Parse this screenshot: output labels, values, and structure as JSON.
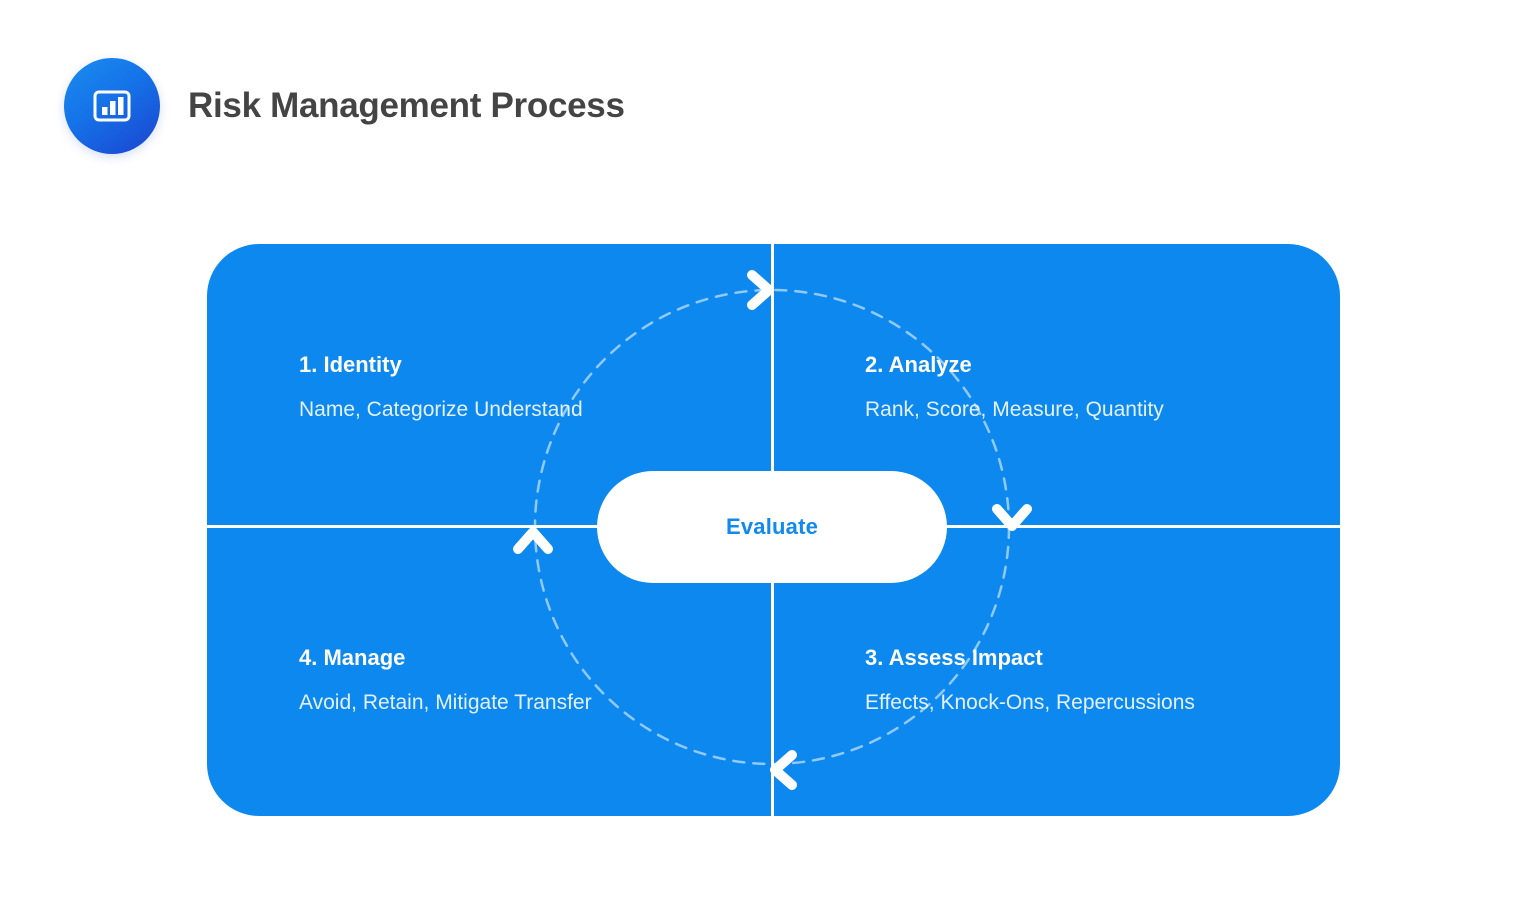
{
  "header": {
    "title": "Risk Management Process",
    "icon": "bar-chart-icon",
    "title_color": "#444444",
    "badge_gradient_from": "#1a8ef0",
    "badge_gradient_to": "#1b43cf"
  },
  "diagram": {
    "panel_color": "#0d88ee",
    "divider_color": "#ffffff",
    "dashed_circle_color": "rgba(255,255,255,0.55)",
    "center": {
      "label": "Evaluate",
      "text_color": "#1189ef",
      "background": "#ffffff"
    },
    "flow_direction": "clockwise",
    "arrows": [
      {
        "name": "arrow-top",
        "points": "right"
      },
      {
        "name": "arrow-right",
        "points": "down"
      },
      {
        "name": "arrow-bottom",
        "points": "left"
      },
      {
        "name": "arrow-left",
        "points": "up"
      }
    ],
    "quadrants": [
      {
        "id": "identity",
        "position": "top-left",
        "title": "1. Identity",
        "description": "Name, Categorize Understand"
      },
      {
        "id": "analyze",
        "position": "top-right",
        "title": "2. Analyze",
        "description": "Rank, Score, Measure, Quantity"
      },
      {
        "id": "assess-impact",
        "position": "bottom-right",
        "title": "3. Assess Impact",
        "description": "Effects, Knock-Ons, Repercussions"
      },
      {
        "id": "manage",
        "position": "bottom-left",
        "title": "4. Manage",
        "description": "Avoid, Retain, Mitigate Transfer"
      }
    ]
  }
}
